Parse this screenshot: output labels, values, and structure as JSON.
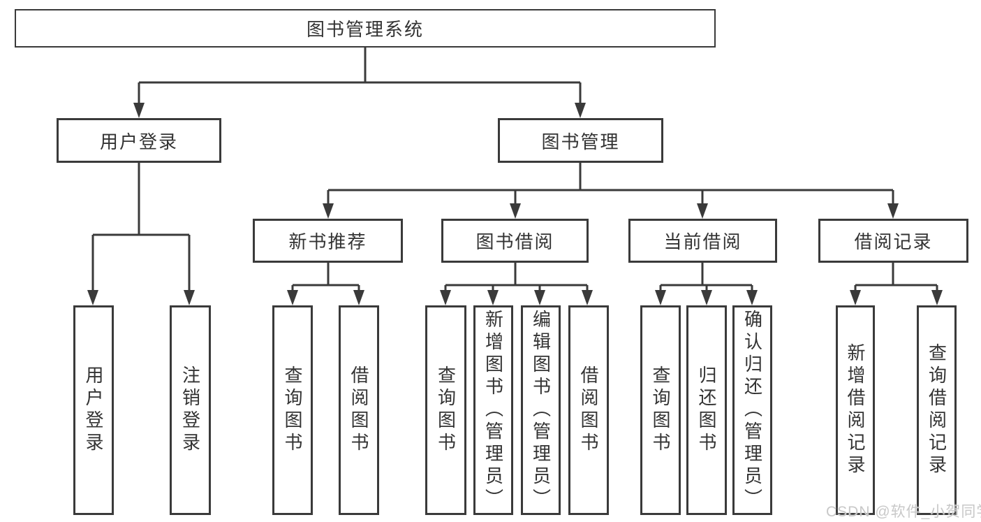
{
  "diagram": {
    "type": "hierarchy-tree",
    "title": "图书管理系统",
    "watermark": "CSDN @软件_小贺同学",
    "colors": {
      "line": "#3a3a3a",
      "border": "#3a3a3a",
      "text": "#333333",
      "background": "#ffffff",
      "watermark": "#c8c8c8"
    },
    "nodes": {
      "root": {
        "label": "图书管理系统",
        "children": [
          "user_login",
          "book_mgmt"
        ]
      },
      "user_login": {
        "label": "用户登录",
        "children": [
          "user_login_leaf",
          "logout_leaf"
        ]
      },
      "book_mgmt": {
        "label": "图书管理",
        "children": [
          "new_book_rec",
          "book_borrow",
          "current_borrow",
          "borrow_records"
        ]
      },
      "new_book_rec": {
        "label": "新书推荐",
        "children": [
          "rec_query_book",
          "rec_borrow_book"
        ]
      },
      "book_borrow": {
        "label": "图书借阅",
        "children": [
          "bb_query_book",
          "bb_add_book",
          "bb_edit_book",
          "bb_borrow_book"
        ]
      },
      "current_borrow": {
        "label": "当前借阅",
        "children": [
          "cb_query_book",
          "cb_return_book",
          "cb_confirm_return"
        ]
      },
      "borrow_records": {
        "label": "借阅记录",
        "children": [
          "br_add_record",
          "br_query_record"
        ]
      },
      "user_login_leaf": {
        "label": "用户登录"
      },
      "logout_leaf": {
        "label": "注销登录"
      },
      "rec_query_book": {
        "label": "查询图书"
      },
      "rec_borrow_book": {
        "label": "借阅图书"
      },
      "bb_query_book": {
        "label": "查询图书"
      },
      "bb_add_book": {
        "label": "新增图书（管理员）"
      },
      "bb_edit_book": {
        "label": "编辑图书（管理员）"
      },
      "bb_borrow_book": {
        "label": "借阅图书"
      },
      "cb_query_book": {
        "label": "查询图书"
      },
      "cb_return_book": {
        "label": "归还图书"
      },
      "cb_confirm_return": {
        "label": "确认归还（管理员）"
      },
      "br_add_record": {
        "label": "新增借阅记录"
      },
      "br_query_record": {
        "label": "查询借阅记录"
      }
    }
  }
}
